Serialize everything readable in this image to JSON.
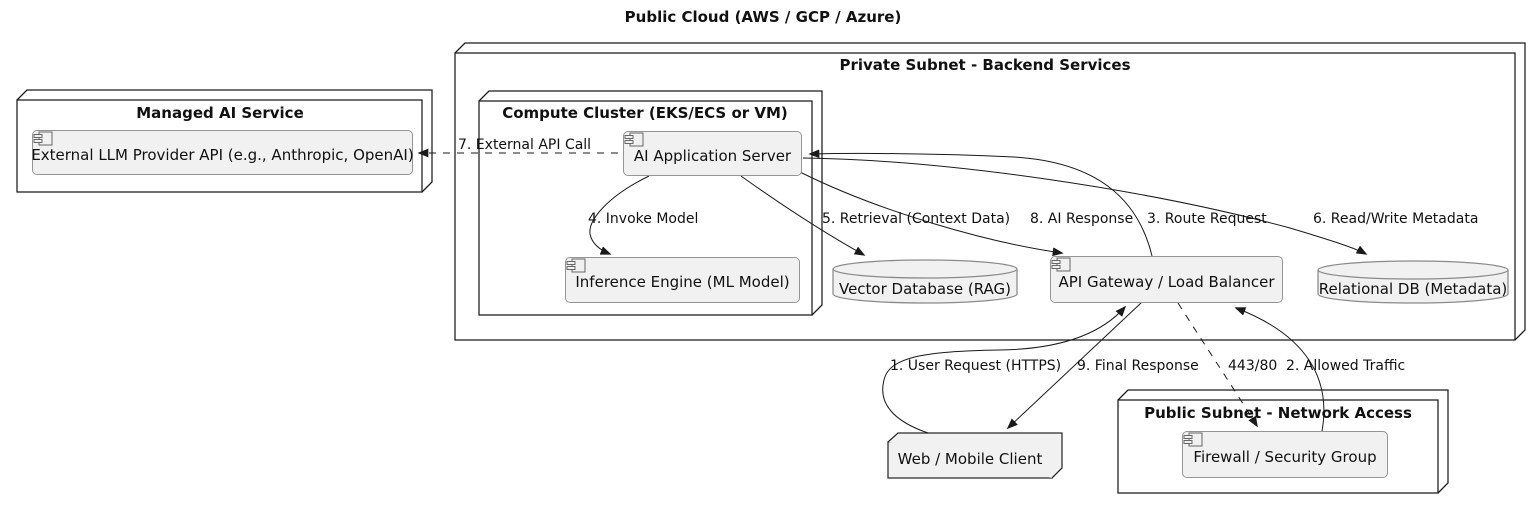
{
  "title": "Public Cloud (AWS / GCP / Azure)",
  "groups": {
    "managed_ai": {
      "label": "Managed AI Service"
    },
    "private_subnet": {
      "label": "Private Subnet - Backend Services"
    },
    "compute_cluster": {
      "label": "Compute Cluster (EKS/ECS or VM)"
    },
    "public_subnet": {
      "label": "Public Subnet - Network Access"
    }
  },
  "components": {
    "llm_api": {
      "label": "External LLM Provider API (e.g., Anthropic, OpenAI)"
    },
    "app_server": {
      "label": "AI Application Server"
    },
    "inference_engine": {
      "label": "Inference Engine (ML Model)"
    },
    "api_gateway": {
      "label": "API Gateway / Load Balancer"
    },
    "firewall": {
      "label": "Firewall / Security Group"
    }
  },
  "databases": {
    "vector_db": {
      "label": "Vector Database (RAG)"
    },
    "relational_db": {
      "label": "Relational DB (Metadata)"
    }
  },
  "nodes": {
    "client": {
      "label": "Web / Mobile Client"
    }
  },
  "edges": {
    "user_request": {
      "label": "1. User Request (HTTPS)"
    },
    "allowed_traffic": {
      "label": "2. Allowed Traffic"
    },
    "route_request": {
      "label": "3. Route Request"
    },
    "invoke_model": {
      "label": "4. Invoke Model"
    },
    "retrieval": {
      "label": "5. Retrieval (Context Data)"
    },
    "read_write_metadata": {
      "label": "6. Read/Write Metadata"
    },
    "external_api_call": {
      "label": "7. External API Call"
    },
    "ai_response": {
      "label": "8. AI Response"
    },
    "final_response": {
      "label": "9. Final Response"
    },
    "firewall_port": {
      "label": "443/80"
    }
  },
  "colors": {
    "background": "#ffffff",
    "line": "#1a1a1a",
    "component_fill": "#f1f1f1",
    "component_border": "#959595",
    "text": "#111111"
  }
}
